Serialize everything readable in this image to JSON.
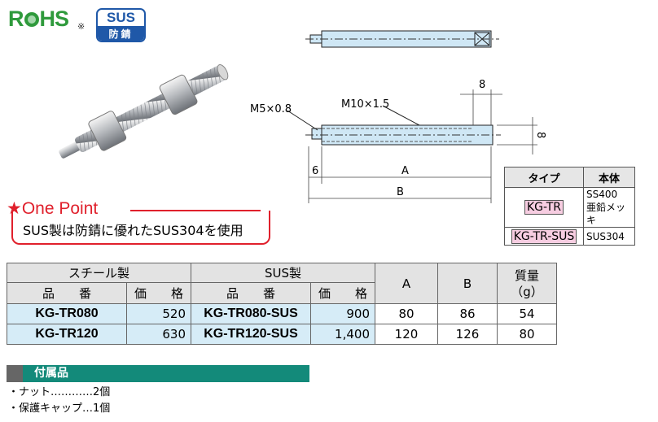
{
  "badges": {
    "rohs_text": "RoHS",
    "rohs_mark": "※",
    "sus_top": "SUS",
    "sus_bottom": "防錆"
  },
  "drawing": {
    "labels": {
      "m5": "M5×0.8",
      "m10": "M10×1.5",
      "dim_8_top": "8",
      "dim_8_side": "8",
      "dim_6": "6",
      "dim_a": "A",
      "dim_b": "B"
    }
  },
  "type_table": {
    "headers": [
      "タイプ",
      "本体"
    ],
    "rows": [
      {
        "type": "KG-TR",
        "body_line1": "SS400",
        "body_line2": "亜鉛メッキ"
      },
      {
        "type": "KG-TR-SUS",
        "body_line1": "SUS304",
        "body_line2": ""
      }
    ]
  },
  "one_point": {
    "title": "★One Point",
    "text": "SUS製は防錆に優れたSUS304を使用"
  },
  "spec_table": {
    "group_steel": "スチール製",
    "group_sus": "SUS製",
    "col_part": "品　　番",
    "col_price": "価　　格",
    "col_a": "A",
    "col_b": "B",
    "col_mass": "質量",
    "col_mass_unit": "（g）",
    "rows": [
      {
        "steel_part": "KG-TR080",
        "steel_price": "520",
        "sus_part": "KG-TR080-SUS",
        "sus_price": "900",
        "a": "80",
        "b": "86",
        "mass": "54"
      },
      {
        "steel_part": "KG-TR120",
        "steel_price": "630",
        "sus_part": "KG-TR120-SUS",
        "sus_price": "1,400",
        "a": "120",
        "b": "126",
        "mass": "80"
      }
    ]
  },
  "accessories": {
    "title": "付属品",
    "items": [
      "・ナット…………2個",
      "・保護キャップ…1個"
    ]
  }
}
